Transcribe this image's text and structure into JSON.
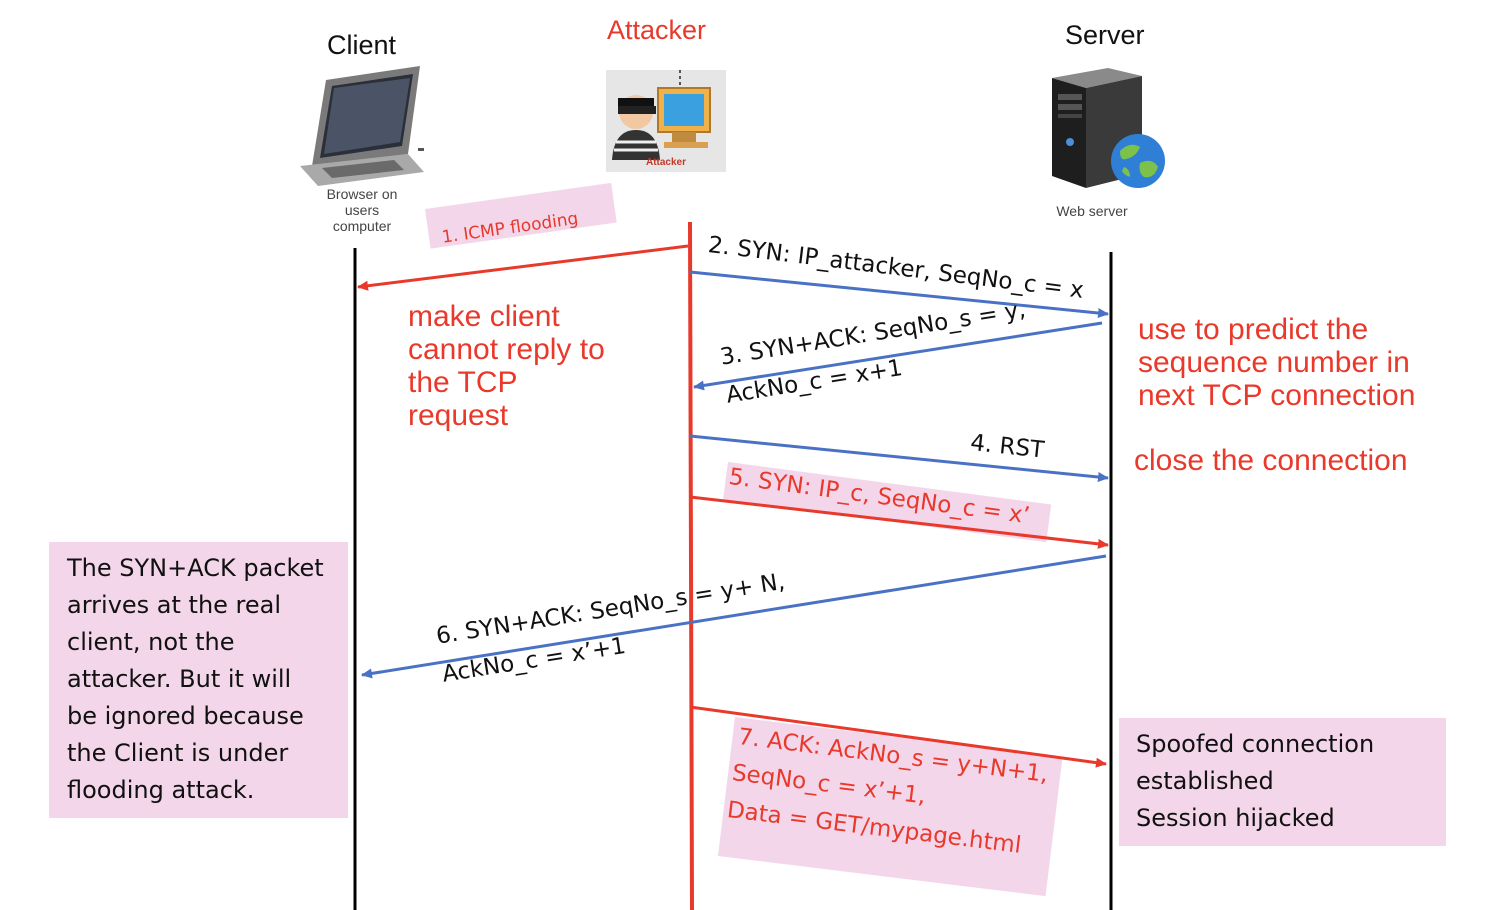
{
  "entities": {
    "client": {
      "label": "Client",
      "caption": [
        "Browser on",
        "users",
        "computer"
      ]
    },
    "attacker": {
      "label": "Attacker",
      "icon_caption": "Attacker"
    },
    "server": {
      "label": "Server",
      "caption": "Web server"
    }
  },
  "messages": [
    {
      "id": 1,
      "lines": [
        "1. ICMP flooding"
      ]
    },
    {
      "id": 2,
      "lines": [
        "2. SYN: IP_attacker,  SeqNo_c = x"
      ]
    },
    {
      "id": 3,
      "lines": [
        "3. SYN+ACK: SeqNo_s = y,",
        "AckNo_c = x+1"
      ]
    },
    {
      "id": 4,
      "lines": [
        "4. RST"
      ]
    },
    {
      "id": 5,
      "lines": [
        "5. SYN: IP_c, SeqNo_c = x’"
      ]
    },
    {
      "id": 6,
      "lines": [
        "6. SYN+ACK: SeqNo_s = y+ N,",
        "AckNo_c = x’+1"
      ]
    },
    {
      "id": 7,
      "lines": [
        "7. ACK: AckNo_s = y+N+1,",
        "SeqNo_c = x’+1,",
        "Data = GET/mypage.html"
      ]
    }
  ],
  "notes": {
    "client_flood": [
      "make client",
      "cannot reply to",
      "the TCP",
      "request"
    ],
    "predict": [
      "use to predict the",
      "sequence number in",
      "next TCP connection"
    ],
    "close": "close the connection",
    "left_box": [
      "The SYN+ACK packet",
      "arrives at the real",
      "client, not the",
      "attacker. But it will",
      "be ignored because",
      "the Client is under",
      "flooding attack."
    ],
    "right_box": [
      "Spoofed connection",
      "established",
      "Session hijacked"
    ]
  },
  "colors": {
    "red": "#e8392b",
    "blue": "#4a72c4",
    "pink": "#f3d6ea"
  },
  "icons": [
    "laptop-icon",
    "hacker-icon",
    "server-tower-icon",
    "globe-icon"
  ]
}
